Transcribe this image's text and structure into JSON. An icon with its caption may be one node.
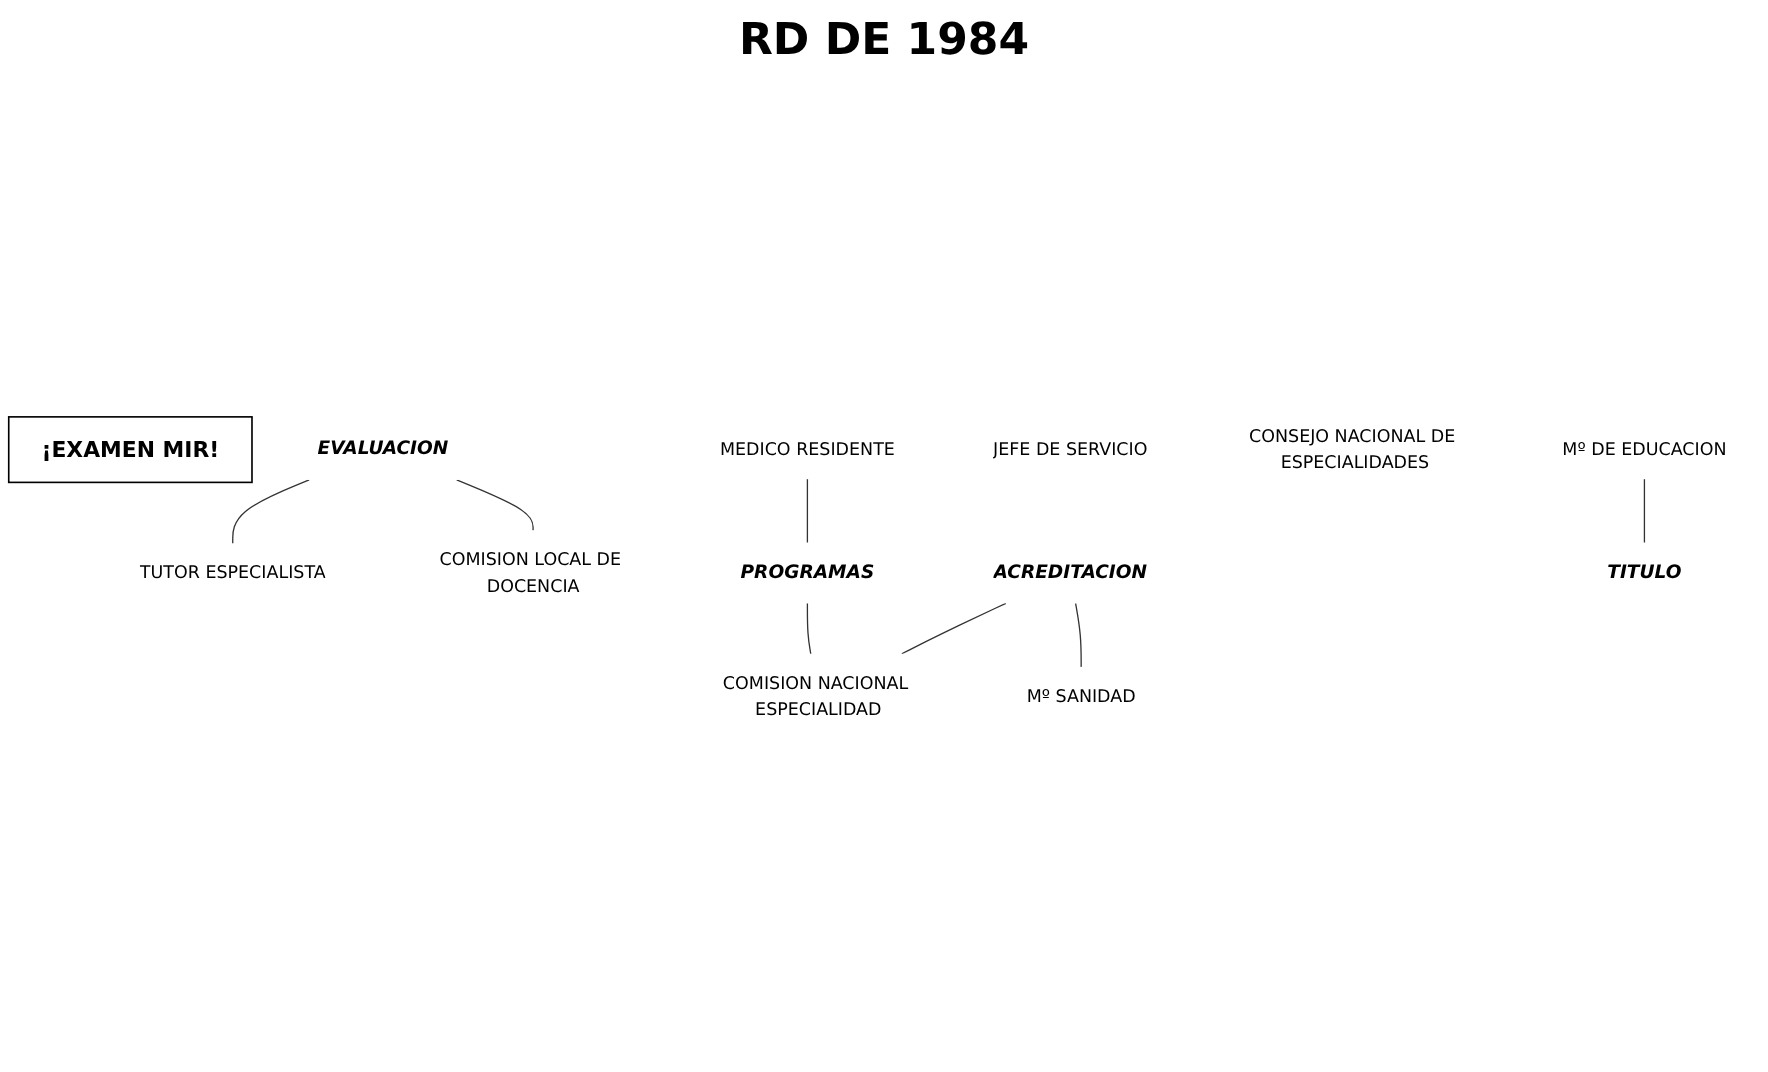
{
  "diagram": {
    "title": "RD DE 1984",
    "nodes": [
      {
        "text": [
          "¡EXAMEN MIR!"
        ]
      },
      {
        "text": [
          "EVALUACION"
        ]
      },
      {
        "text": [
          "MEDICO RESIDENTE"
        ]
      },
      {
        "text": [
          "TUTOR ESPECIALISTA"
        ]
      },
      {
        "text": [
          "PROGRAMAS"
        ]
      },
      {
        "text": [
          "JEFE DE SERVICIO"
        ]
      },
      {
        "text": [
          "COMISION LOCAL DE DOCENCIA"
        ]
      },
      {
        "text": [
          "ACREDITACION"
        ]
      },
      {
        "text": [
          "COMISION NACIONAL ESPECIALIDAD"
        ]
      },
      {
        "text": [
          "CONSEJO NACIONAL DE ESPECIALIDADES"
        ]
      },
      {
        "text": [
          "Mº SANIDAD"
        ]
      },
      {
        "text": [
          "Mº DE EDUCACION"
        ]
      },
      {
        "text": [
          "TITULO"
        ]
      }
    ],
    "edges": [
      {
        "from": 1,
        "to": 3,
        "arrow": "none"
      },
      {
        "from": 1,
        "to": 6,
        "arrow": "none"
      },
      {
        "from": 2,
        "to": 4,
        "arrow": "none"
      },
      {
        "from": 4,
        "to": 8,
        "arrow": "none"
      },
      {
        "from": 7,
        "to": 8,
        "arrow": "none"
      },
      {
        "from": 7,
        "to": 10,
        "arrow": "none"
      },
      {
        "from": 11,
        "to": 12,
        "arrow": "none"
      }
    ]
  }
}
